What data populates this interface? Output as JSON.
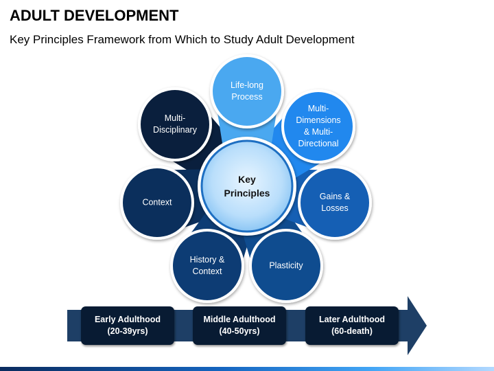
{
  "header": {
    "title": "ADULT DEVELOPMENT",
    "subtitle": "Key Principles Framework from Which to Study Adult Development"
  },
  "center": {
    "label": "Key\nPrinciples"
  },
  "principles": [
    {
      "label": "Life-long\nProcess",
      "color": "#4aa8f0"
    },
    {
      "label": "Multi-\nDimensions\n& Multi-\nDirectional",
      "color": "#2188ee"
    },
    {
      "label": "Gains &\nLosses",
      "color": "#155fb4"
    },
    {
      "label": "Plasticity",
      "color": "#0f4c8f"
    },
    {
      "label": "History &\nContext",
      "color": "#0d3c74"
    },
    {
      "label": "Context",
      "color": "#0b2f5c"
    },
    {
      "label": "Multi-\nDisciplinary",
      "color": "#0a1f3d"
    }
  ],
  "timeline": {
    "arrow_color": "#1e3f66",
    "stages": [
      {
        "label": "Early Adulthood\n(20-39yrs)"
      },
      {
        "label": "Middle Adulthood\n(40-50yrs)"
      },
      {
        "label": "Later Adulthood\n(60-death)"
      }
    ]
  }
}
